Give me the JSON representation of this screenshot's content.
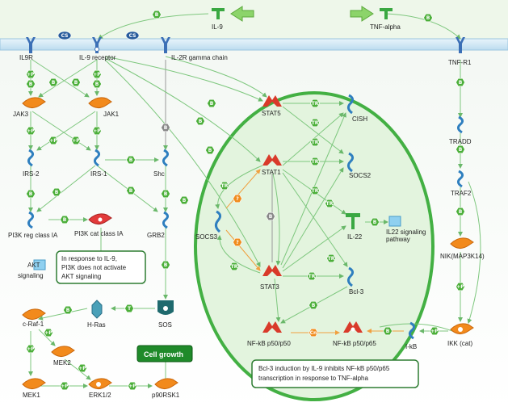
{
  "nodes": {
    "il9": "IL-9",
    "tnfa": "TNF-alpha",
    "il9r": "IL9R",
    "il9receptor": "IL-9 receptor",
    "il2rg": "IL-2R gamma chain",
    "tnfr1": "TNF-R1",
    "jak3": "JAK3",
    "jak1": "JAK1",
    "irs2": "IRS-2",
    "irs1": "IRS-1",
    "shc": "Shc",
    "pi3kreg": "PI3K reg class IA",
    "pi3kcat": "PI3K cat class IA",
    "grb2": "GRB2",
    "akt_line1": "AKT",
    "akt_line2": "signaling",
    "sos": "SOS",
    "hras": "H-Ras",
    "craf": "c-Raf-1",
    "mek2": "MEK2",
    "mek1": "MEK1",
    "erk": "ERK1/2",
    "p90": "p90RSK1",
    "stat5": "STAT5",
    "stat1": "STAT1",
    "stat3": "STAT3",
    "socs3": "SOCS3",
    "cish": "CISH",
    "socs2": "SOCS2",
    "il22": "IL-22",
    "il22path_line1": "IL22 signaling",
    "il22path_line2": "pathway",
    "bcl3": "Bcl-3",
    "nfkb5050": "NF-kB p50/p50",
    "nfkb5065": "NF-kB p50/p65",
    "ikb": "I-kB",
    "ikk": "IKK (cat)",
    "tradd": "TRADD",
    "traf2": "TRAF2",
    "nik": "NIK(MAP3K14)"
  },
  "notes": {
    "pi3k_line1": "In response to IL-9,",
    "pi3k_line2": "PI3K does not activate",
    "pi3k_line3": "AKT signaling",
    "bcl3_line1": "Bcl-3 induction by IL-9 inhibits NF-kB p50/p65",
    "bcl3_line2": "transcription in response to TNF-alpha",
    "cellgrowth": "Cell growth"
  },
  "badges": {
    "B": "B",
    "P": "+P",
    "CS": "CS",
    "TR": "TR",
    "T": "T",
    "Cn": "Cn",
    "Q": "?"
  },
  "colors": {
    "membrane": "#cfe6f4",
    "nucleus_fill": "#e3f4de",
    "nucleus_stroke": "#43b043",
    "badge_green": "#4caf3a",
    "badge_orange": "#f08c1e",
    "badge_blue": "#2a5d9c",
    "badge_gray": "#888888",
    "kinase": "#f28a1c",
    "receptor": "#3b6fb6",
    "adapter": "#2f7fbf",
    "tf": "#d93a2a",
    "ligand": "#3aa842"
  }
}
